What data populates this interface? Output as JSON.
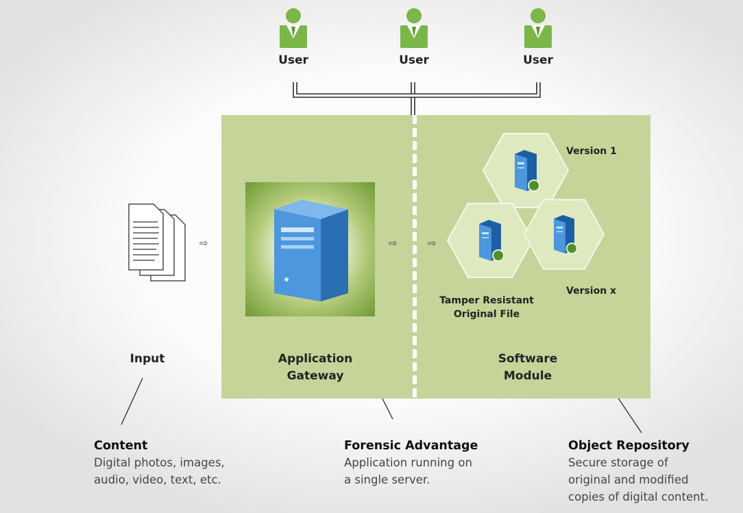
{
  "users": [
    {
      "label": "User"
    },
    {
      "label": "User"
    },
    {
      "label": "User"
    }
  ],
  "panels": {
    "input_label": "Input",
    "gateway_label_line1": "Application",
    "gateway_label_line2": "Gateway",
    "module_label_line1": "Software",
    "module_label_line2": "Module"
  },
  "repository": {
    "version1_label": "Version 1",
    "versionx_label": "Version x",
    "original_line1": "Tamper Resistant",
    "original_line2": "Original File"
  },
  "callouts": {
    "content": {
      "title": "Content",
      "line1": "Digital photos, images,",
      "line2": "audio, video, text, etc."
    },
    "forensic": {
      "title": "Forensic Advantage",
      "line1": "Application running on",
      "line2": "a single server."
    },
    "repository": {
      "title": "Object Repository",
      "line1": "Secure storage of",
      "line2": "original and modified",
      "line3": "copies of digital content."
    }
  },
  "arrows": {
    "symbol": "⇨"
  },
  "colors": {
    "panel": "#c5d59a",
    "hexagon": "#dfe9c0",
    "user_green": "#7ab648",
    "server_blue": "#4a8fd4"
  }
}
